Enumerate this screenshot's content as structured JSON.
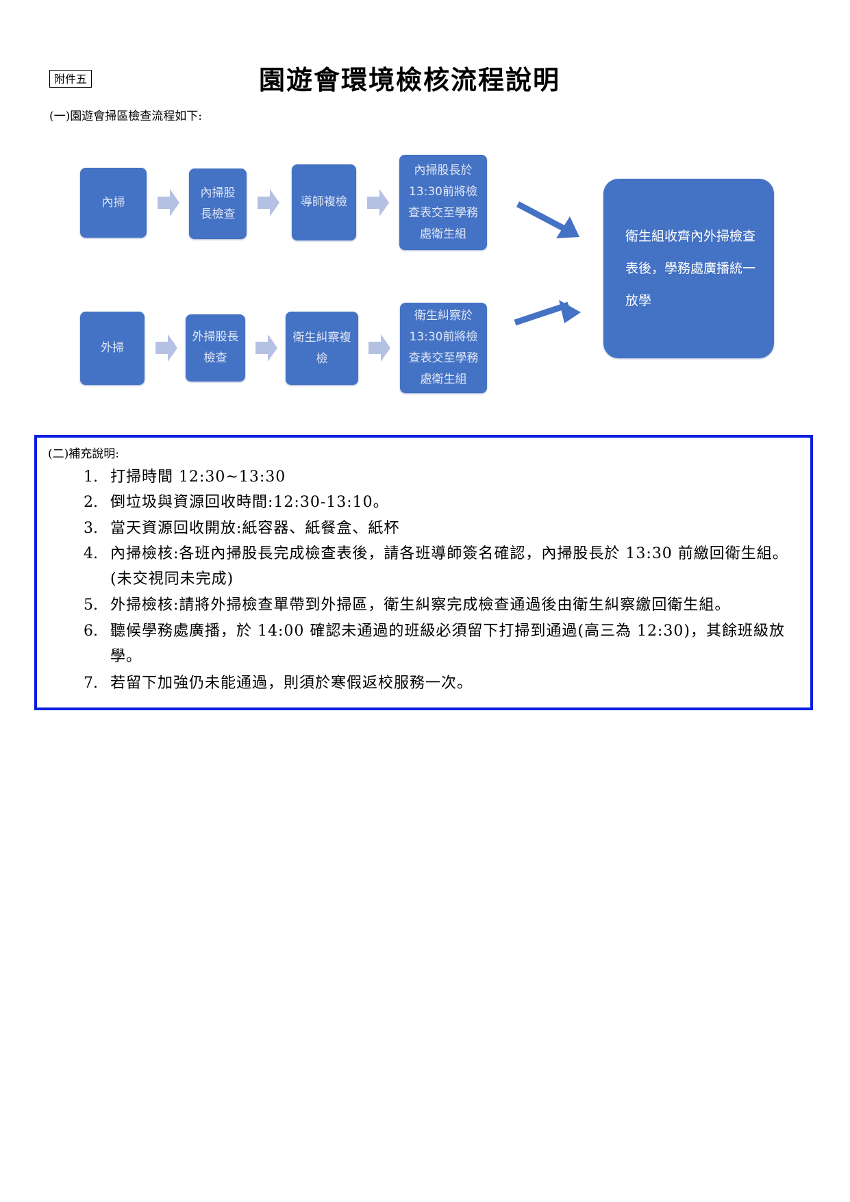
{
  "attachment_label": "附件五",
  "title": "園遊會環境檢核流程說明",
  "section1_heading": "(一)園遊會掃區檢查流程如下:",
  "flow": {
    "indoor": [
      "內掃",
      "內掃股長檢查",
      "導師複檢",
      "內掃股長於13:30前將檢查表交至學務處衛生組"
    ],
    "outdoor": [
      "外掃",
      "外掃股長檢查",
      "衛生糾察複檢",
      "衛生糾察於13:30前將檢查表交至學務處衛生組"
    ],
    "final": "衛生組收齊內外掃檢查表後，學務處廣播統一放學",
    "colors": {
      "box": "#4472c4",
      "arrow": "#b4c1e3",
      "border": "#0a1ee0"
    }
  },
  "section2_heading": "(二)補充說明:",
  "notes": [
    {
      "num": "1.",
      "text": "打掃時間 12:30~13:30"
    },
    {
      "num": "2.",
      "text": "倒垃圾與資源回收時間:12:30-13:10。"
    },
    {
      "num": "3.",
      "text": "當天資源回收開放:紙容器、紙餐盒、紙杯"
    },
    {
      "num": "4.",
      "text": "內掃檢核:各班內掃股長完成檢查表後，請各班導師簽名確認，內掃股長於 13:30 前繳回衛生組。(未交視同未完成)"
    },
    {
      "num": "5.",
      "text": "外掃檢核:請將外掃檢查單帶到外掃區，衛生糾察完成檢查通過後由衛生糾察繳回衛生組。"
    },
    {
      "num": "6.",
      "text": "聽候學務處廣播，於 14:00 確認未通過的班級必須留下打掃到通過(高三為 12:30)，其餘班級放學。"
    },
    {
      "num": "7.",
      "text": "若留下加強仍未能通過，則須於寒假返校服務一次。"
    }
  ]
}
